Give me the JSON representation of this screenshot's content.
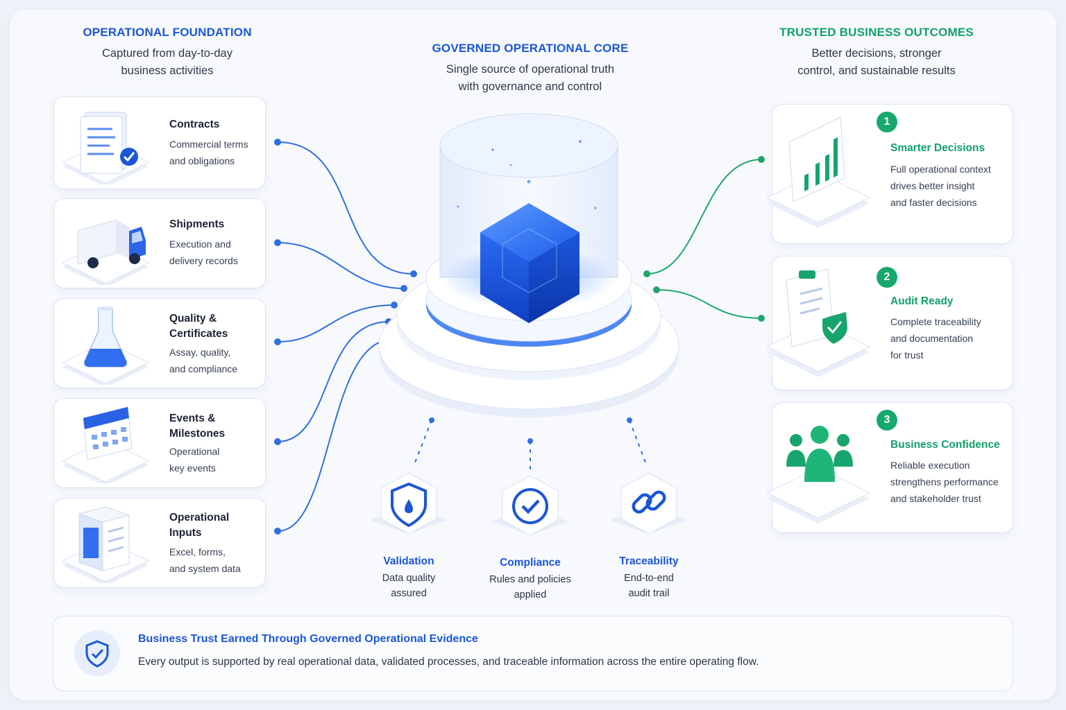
{
  "left": {
    "heading": "OPERATIONAL FOUNDATION",
    "subheading_1": "Captured from day-to-day",
    "subheading_2": "business activities",
    "items": [
      {
        "title_1": "Contracts",
        "title_2": "",
        "desc_1": "Commercial terms",
        "desc_2": "and obligations",
        "icon": "document-check-icon"
      },
      {
        "title_1": "Shipments",
        "title_2": "",
        "desc_1": "Execution and",
        "desc_2": "delivery records",
        "icon": "truck-icon"
      },
      {
        "title_1": "Quality &",
        "title_2": "Certificates",
        "desc_1": "Assay, quality,",
        "desc_2": "and compliance",
        "icon": "flask-icon"
      },
      {
        "title_1": "Events &",
        "title_2": "Milestones",
        "desc_1": "Operational",
        "desc_2": "key events",
        "icon": "calendar-icon"
      },
      {
        "title_1": "Operational",
        "title_2": "Inputs",
        "desc_1": "Excel, forms,",
        "desc_2": "and system data",
        "icon": "data-file-icon"
      }
    ]
  },
  "center": {
    "heading": "GOVERNED OPERATIONAL CORE",
    "subheading_1": "Single source of operational truth",
    "subheading_2": "with governance and control",
    "pillars": [
      {
        "title": "Validation",
        "desc_1": "Data quality",
        "desc_2": "assured",
        "icon": "shield-drop-icon"
      },
      {
        "title": "Compliance",
        "desc_1": "Rules and policies",
        "desc_2": "applied",
        "icon": "check-circle-icon"
      },
      {
        "title": "Traceability",
        "desc_1": "End-to-end",
        "desc_2": "audit trail",
        "icon": "link-icon"
      }
    ]
  },
  "right": {
    "heading": "TRUSTED BUSINESS OUTCOMES",
    "subheading_1": "Better decisions, stronger",
    "subheading_2": "control, and sustainable results",
    "items": [
      {
        "num": "1",
        "title": "Smarter Decisions",
        "desc_1": "Full operational context",
        "desc_2": "drives better insight",
        "desc_3": "and faster decisions",
        "icon": "bar-chart-icon"
      },
      {
        "num": "2",
        "title": "Audit Ready",
        "desc_1": "Complete traceability",
        "desc_2": "and documentation",
        "desc_3": "for trust",
        "icon": "clipboard-shield-icon"
      },
      {
        "num": "3",
        "title": "Business Confidence",
        "desc_1": "Reliable execution",
        "desc_2": "strengthens performance",
        "desc_3": "and stakeholder trust",
        "icon": "people-icon"
      }
    ]
  },
  "footer": {
    "title": "Business Trust Earned Through Governed Operational Evidence",
    "text": "Every output is supported by real operational data, validated processes, and traceable information across the entire operating flow.",
    "icon": "shield-check-icon"
  },
  "colors": {
    "blue": "#1a56d6",
    "green": "#12a06a"
  }
}
